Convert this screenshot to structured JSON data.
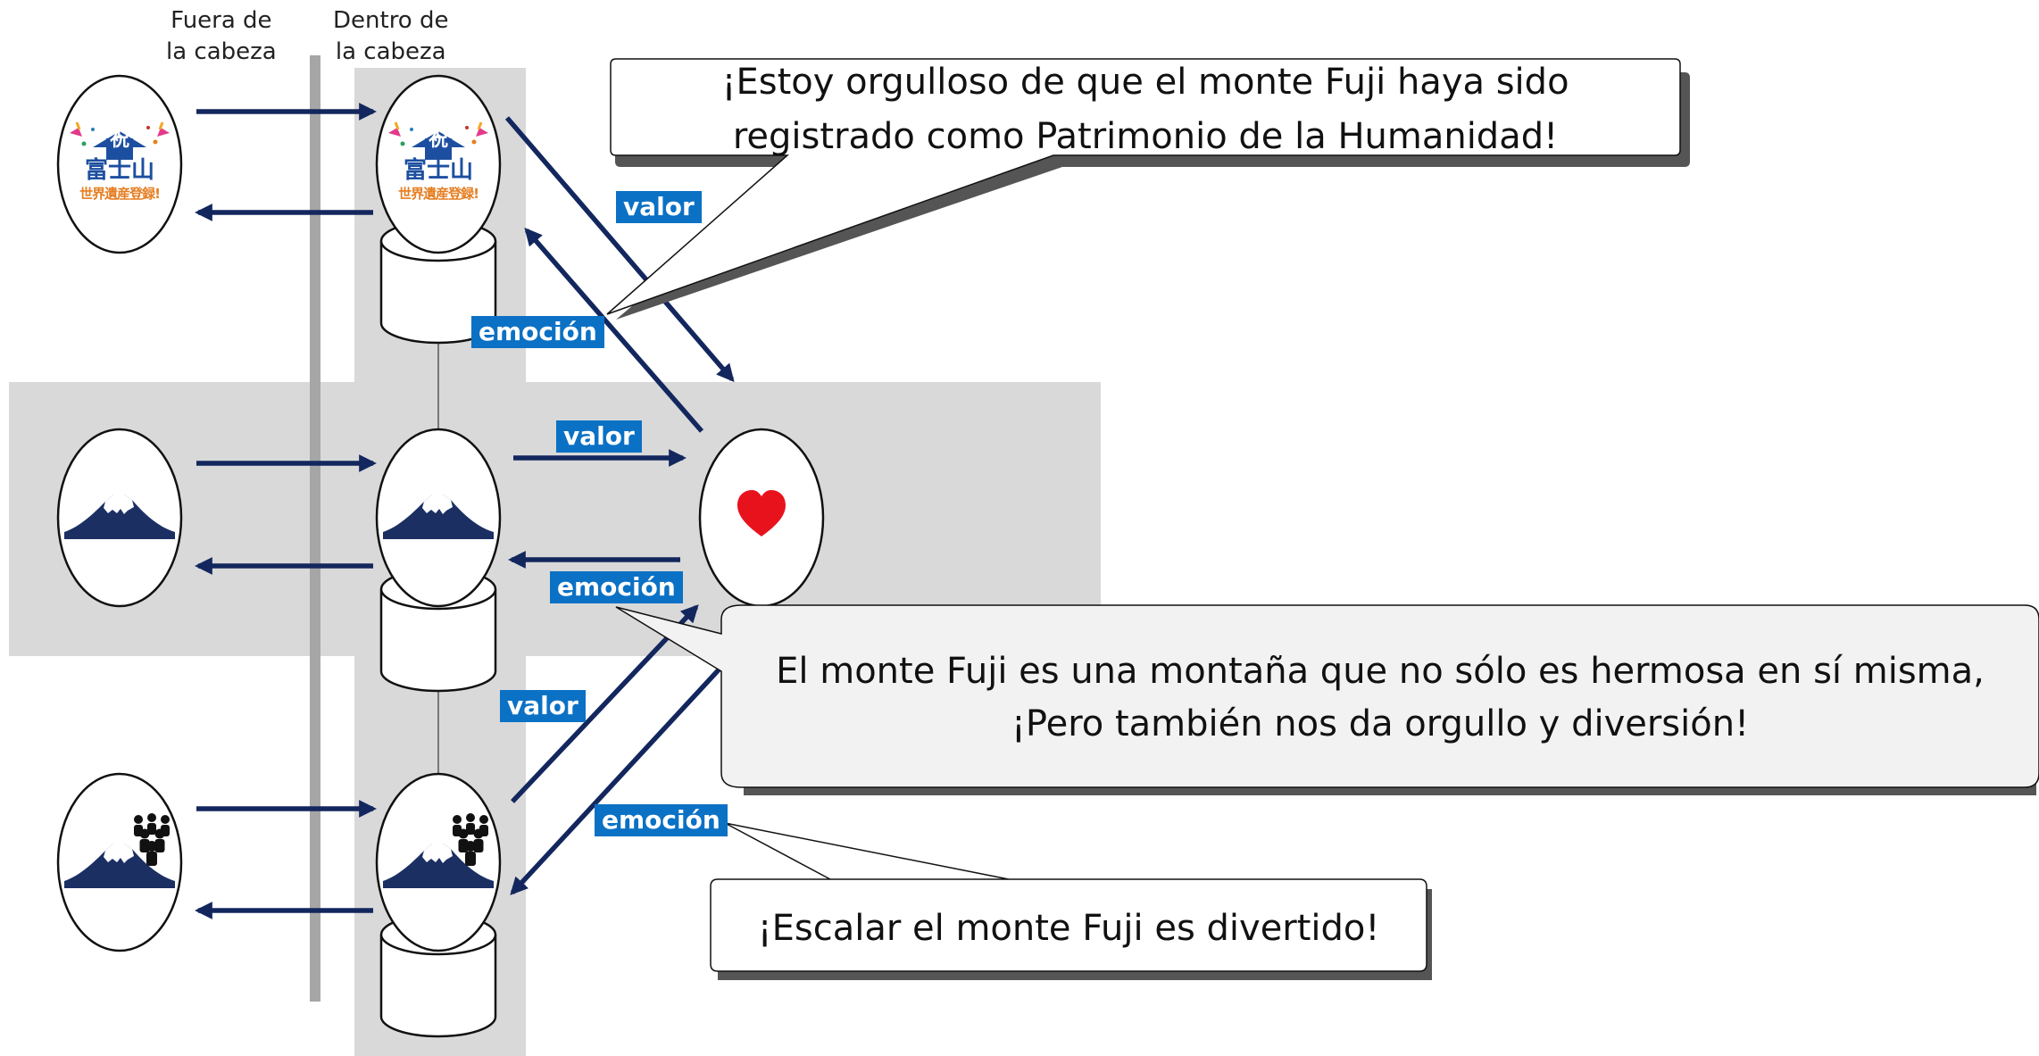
{
  "headers": {
    "outside": [
      "Fuera de",
      "la cabeza"
    ],
    "inside": [
      "Dentro de",
      "la cabeza"
    ]
  },
  "labels": {
    "valor": "valor",
    "emocion": "emoción"
  },
  "logo_text": {
    "celebrate": "祝",
    "fujisan": "富士山",
    "heritage": "世界遺産登録!"
  },
  "callouts": {
    "top": [
      "¡Estoy orgulloso de que el monte Fuji haya sido",
      "registrado como Patrimonio de la Humanidad!"
    ],
    "middle": [
      "El monte Fuji es una montaña que no sólo es hermosa en sí misma,",
      "¡Pero también nos da orgullo y diversión!"
    ],
    "bottom": [
      "¡Escalar el monte Fuji es divertido!"
    ]
  },
  "colors": {
    "arrow": "#13275e",
    "label_bg": "#0b71c5",
    "band": "#d9d9d9",
    "divider": "#a6a6a6",
    "mountain": "#1b2f63",
    "heart": "#e8121d"
  }
}
